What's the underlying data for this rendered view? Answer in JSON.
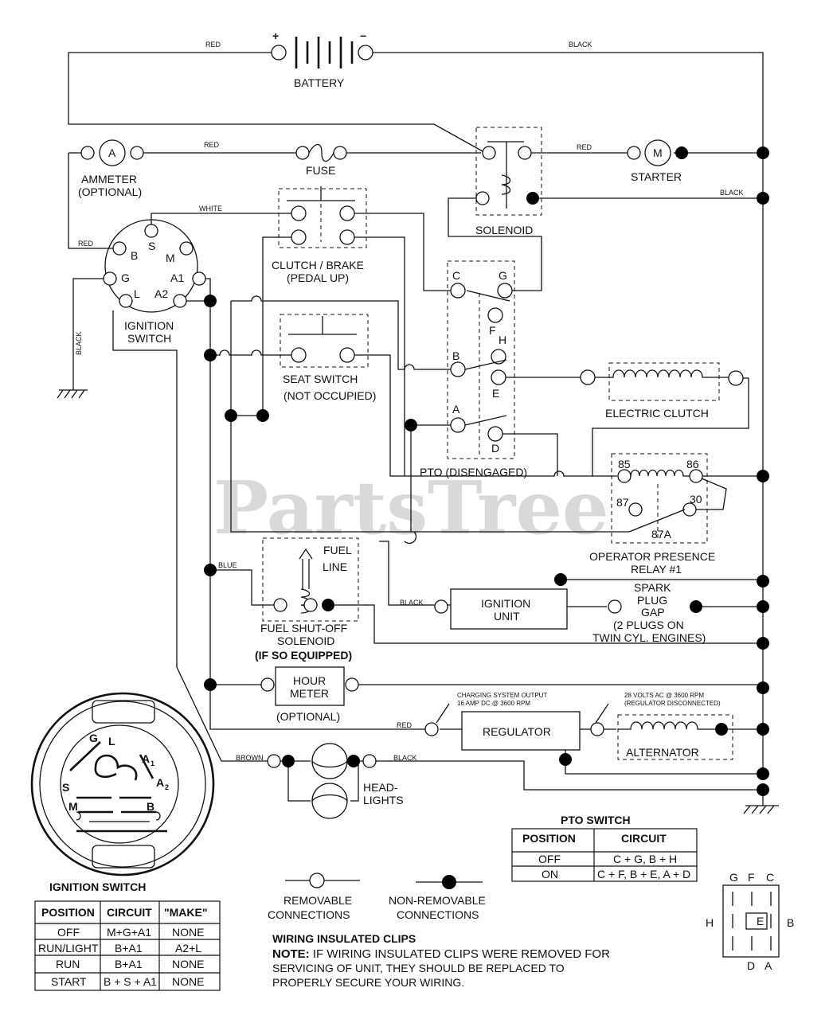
{
  "watermark": "PartsTree",
  "components": {
    "battery": "BATTERY",
    "battery_plus": "+",
    "battery_minus": "−",
    "ammeter": "AMMETER",
    "ammeter_optional": "(OPTIONAL)",
    "ammeter_symbol": "A",
    "fuse": "FUSE",
    "solenoid": "SOLENOID",
    "starter": "STARTER",
    "starter_symbol": "M",
    "clutch_brake": "CLUTCH / BRAKE",
    "clutch_brake_sub": "(PEDAL UP)",
    "ignition_switch_line1": "IGNITION",
    "ignition_switch_line2": "SWITCH",
    "seat_switch": "SEAT SWITCH",
    "seat_switch_sub": "(NOT OCCUPIED)",
    "electric_clutch": "ELECTRIC CLUTCH",
    "pto": "PTO (DISENGAGED)",
    "relay_line1": "OPERATOR PRESENCE",
    "relay_line2": "RELAY #1",
    "fuel_line_1": "FUEL",
    "fuel_line_2": "LINE",
    "fuel_solenoid_1": "FUEL SHUT-OFF",
    "fuel_solenoid_2": "SOLENOID",
    "fuel_solenoid_3": "(IF SO EQUIPPED)",
    "ignition_unit_1": "IGNITION",
    "ignition_unit_2": "UNIT",
    "spark_1": "SPARK",
    "spark_2": "PLUG",
    "spark_3": "GAP",
    "spark_4": "(2 PLUGS ON",
    "spark_5": "TWIN CYL. ENGINES)",
    "hour_meter_1": "HOUR",
    "hour_meter_2": "METER",
    "hour_meter_3": "(OPTIONAL)",
    "regulator": "REGULATOR",
    "charging_1": "CHARGING SYSTEM OUTPUT",
    "charging_2": "16 AMP DC @ 3600 RPM",
    "volts_1": "28 VOLTS AC @ 3600 RPM",
    "volts_2": "(REGULATOR DISCONNECTED)",
    "alternator": "ALTERNATOR",
    "headlights_1": "HEAD-",
    "headlights_2": "LIGHTS"
  },
  "wire_colors": {
    "red": "RED",
    "black": "BLACK",
    "white": "WHITE",
    "blue": "BLUE",
    "brown": "BROWN"
  },
  "terminals": {
    "ign_b": "B",
    "ign_s": "S",
    "ign_m": "M",
    "ign_g": "G",
    "ign_l": "L",
    "ign_a1": "A1",
    "ign_a2": "A2",
    "pto_c": "C",
    "pto_g": "G",
    "pto_f": "F",
    "pto_h": "H",
    "pto_b": "B",
    "pto_e": "E",
    "pto_a": "A",
    "pto_d": "D",
    "relay_85": "85",
    "relay_86": "86",
    "relay_87": "87",
    "relay_30": "30",
    "relay_87a": "87A"
  },
  "ignition_face": {
    "g": "G",
    "l": "L",
    "a1": "A",
    "a1_sub": "1",
    "a2": "A",
    "a2_sub": "2",
    "s": "S",
    "m": "M",
    "b": "B"
  },
  "ignition_table": {
    "title": "IGNITION SWITCH",
    "headers": [
      "POSITION",
      "CIRCUIT",
      "\"MAKE\""
    ],
    "rows": [
      [
        "OFF",
        "M+G+A1",
        "NONE"
      ],
      [
        "RUN/LIGHT",
        "B+A1",
        "A2+L"
      ],
      [
        "RUN",
        "B+A1",
        "NONE"
      ],
      [
        "START",
        "B + S + A1",
        "NONE"
      ]
    ]
  },
  "pto_table": {
    "title": "PTO SWITCH",
    "headers": [
      "POSITION",
      "CIRCUIT"
    ],
    "rows": [
      [
        "OFF",
        "C + G, B + H"
      ],
      [
        "ON",
        "C + F, B + E, A + D"
      ]
    ]
  },
  "legend": {
    "removable_1": "REMOVABLE",
    "removable_2": "CONNECTIONS",
    "nonremovable_1": "NON-REMOVABLE",
    "nonremovable_2": "CONNECTIONS"
  },
  "note": {
    "title": "WIRING INSULATED CLIPS",
    "label": "NOTE:",
    "line1": " IF WIRING INSULATED CLIPS WERE REMOVED FOR",
    "line2": "SERVICING OF UNIT, THEY SHOULD BE REPLACED TO",
    "line3": "PROPERLY SECURE YOUR WIRING."
  },
  "pto_layout": {
    "g": "G",
    "f": "F",
    "c": "C",
    "h": "H",
    "e": "E",
    "b": "B",
    "d": "D",
    "a": "A"
  }
}
